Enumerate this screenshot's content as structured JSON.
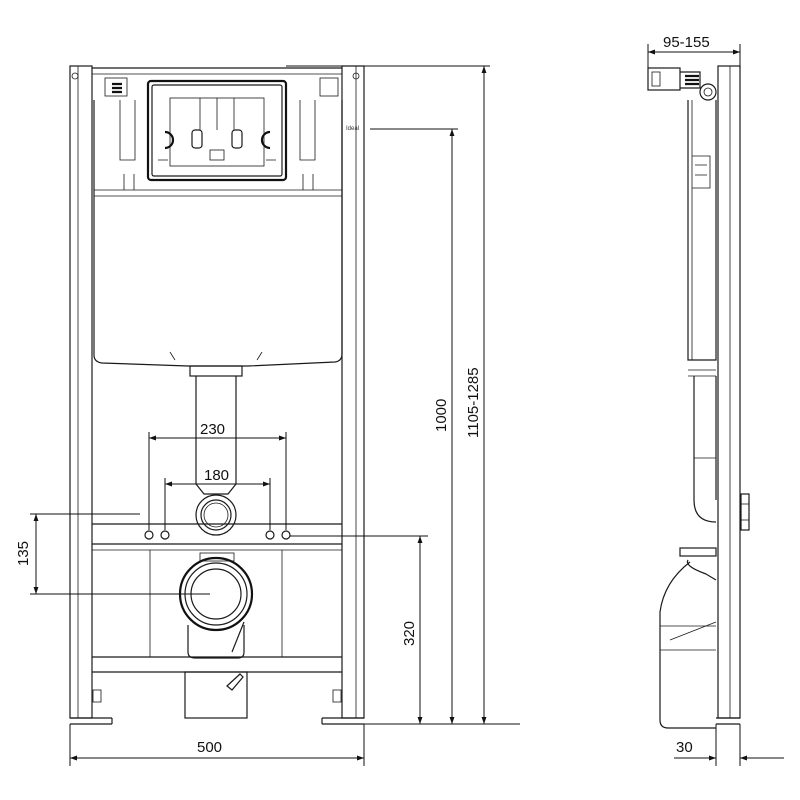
{
  "dimensions": {
    "width_total": "500",
    "spacing_outer": "230",
    "spacing_inner": "180",
    "offset_135": "135",
    "height_320": "320",
    "height_1000": "1000",
    "height_range": "1105-1285",
    "depth_range": "95-155",
    "depth_30": "30"
  },
  "logo_text": "Ideal"
}
